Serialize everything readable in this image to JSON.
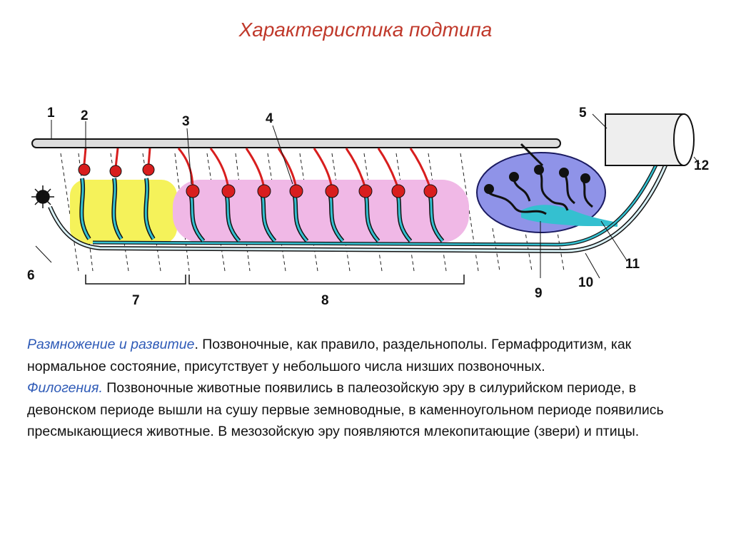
{
  "slide": {
    "title": "Характеристика подтипа"
  },
  "diagram": {
    "labels": [
      "1",
      "2",
      "3",
      "4",
      "5",
      "6",
      "7",
      "8",
      "9",
      "10",
      "11",
      "12"
    ]
  },
  "text": {
    "p1_heading": "Размножение и развитие",
    "p1_heading_punct": ".",
    "p1_body": " Позвоночные, как правило, раздельнополы. Гермафродитизм, как нормальное состояние, присутствует у небольшого числа низших позвоночных.",
    "p2_heading": "Филогения",
    "p2_heading_punct": ".",
    "p2_body": " Позвоночные животные появились в палеозойскую эру в силурийском периоде, в девонском периоде вышли на сушу первые земноводные, в каменноугольном периоде появились пресмыкающиеся животные. В мезозойскую эру появляются млекопитающие (звери) и птицы."
  },
  "colors": {
    "title": "#c0392b",
    "accent": "#2f5bb7",
    "yellow_region": "#f5f25a",
    "pink_region": "#f0b8e6",
    "kidney_blue": "#8f93e8",
    "tubule_cyan": "#34c0d0",
    "glomerulus_red": "#d81e1e"
  }
}
